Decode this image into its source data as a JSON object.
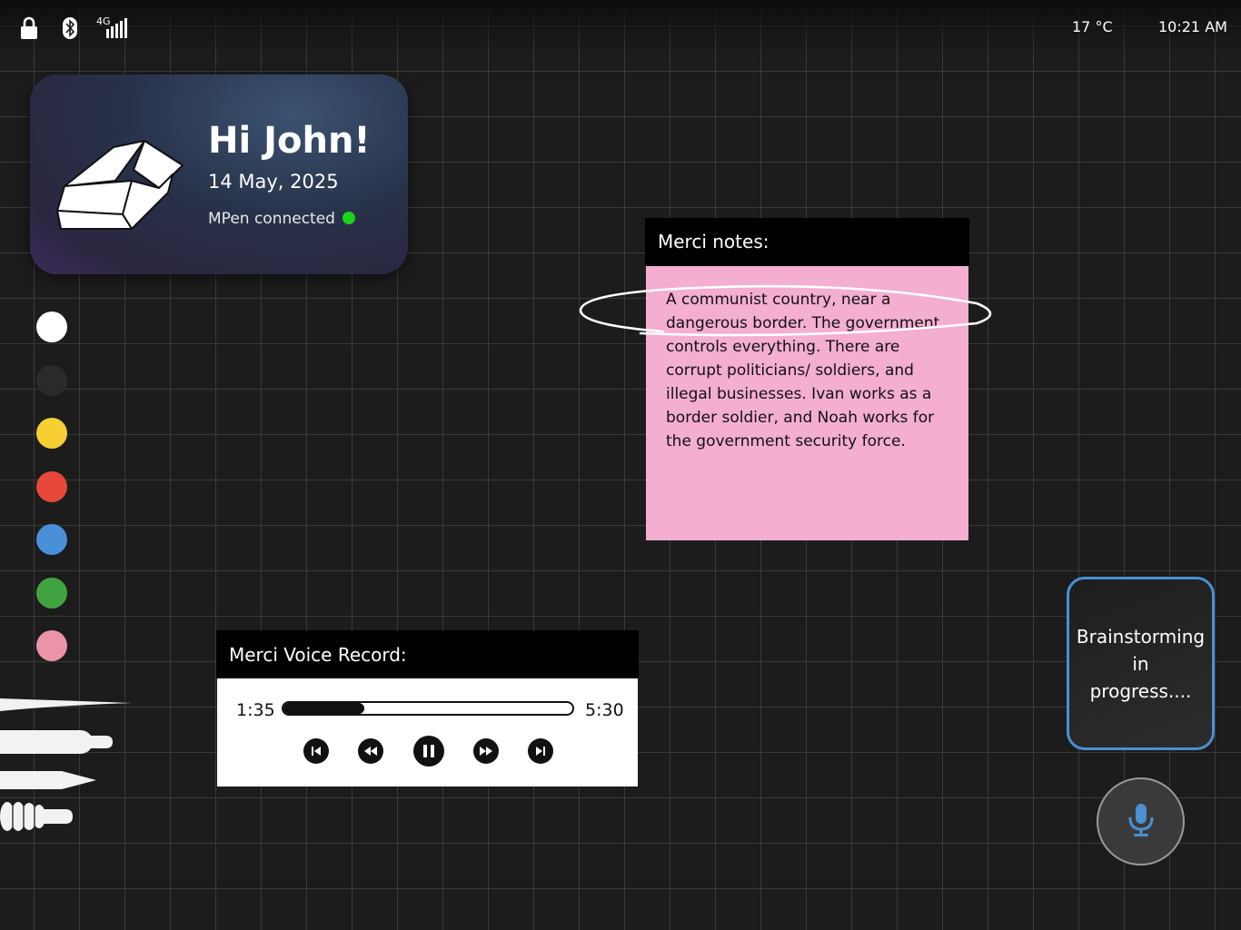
{
  "status_bar": {
    "network_label": "4G",
    "temperature": "17 °C",
    "time": "10:21 AM",
    "icons": [
      "lock-icon",
      "bluetooth-icon",
      "signal-icon"
    ]
  },
  "greeting": {
    "title": "Hi John!",
    "date": "14 May, 2025",
    "connection_status": "MPen connected",
    "connection_color": "#1cd31c",
    "icon": "open-box-icon"
  },
  "palette": {
    "colors": [
      "#ffffff",
      "#2a2a2a",
      "#f5cf34",
      "#e8483b",
      "#4a90d9",
      "#3fa43f",
      "#eb94a8"
    ]
  },
  "tools": [
    "pen-tool",
    "marker-tool",
    "pencil-tool",
    "brush-tool"
  ],
  "notes": {
    "title": "Merci notes:",
    "body": "A communist country, near a dangerous border. The government controls everything. There are corrupt politicians/ soldiers, and illegal businesses. Ivan works as a border soldier, and Noah works for the government security force.",
    "background": "#f4aed0"
  },
  "voice_record": {
    "title": "Merci Voice Record:",
    "current_time": "1:35",
    "total_time": "5:30",
    "progress": 0.28,
    "controls": [
      "skip-back-icon",
      "rewind-icon",
      "pause-icon",
      "fast-forward-icon",
      "skip-forward-icon"
    ]
  },
  "brainstorm": {
    "line1": "Brainstorming",
    "line2": "in",
    "line3": "progress....",
    "border_color": "#4a90d2"
  },
  "mic": {
    "icon": "microphone-icon",
    "color": "#4a90d2"
  }
}
